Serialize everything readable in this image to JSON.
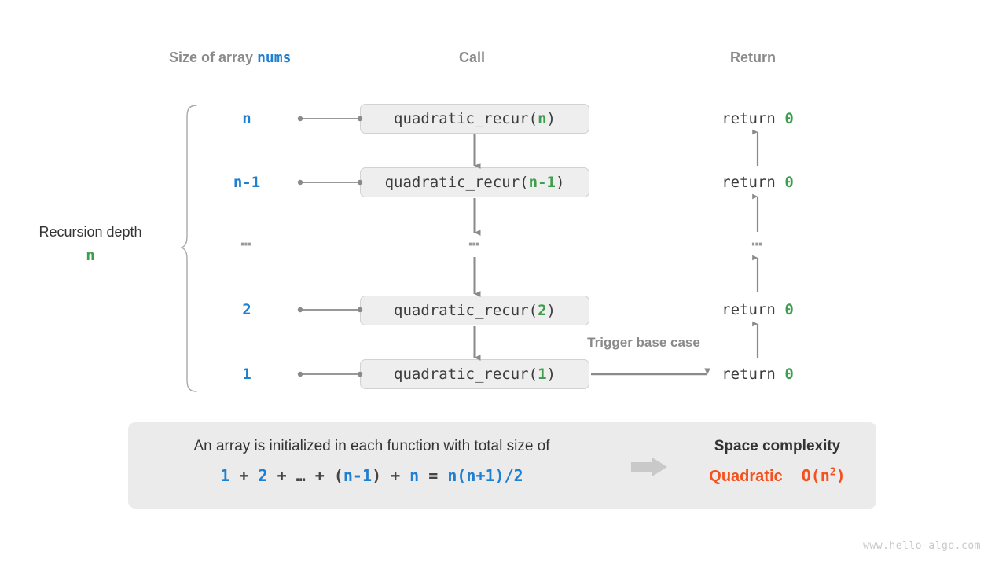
{
  "headers": {
    "size": "Size of array ",
    "size_mono": "nums",
    "call": "Call",
    "return": "Return"
  },
  "depth": {
    "label": "Recursion depth",
    "value": "n"
  },
  "rows": [
    {
      "size": "n",
      "call_fn": "quadratic_recur(",
      "call_arg": "n",
      "call_close": ")",
      "ret_kw": "return ",
      "ret_val": "0"
    },
    {
      "size": "n-1",
      "call_fn": "quadratic_recur(",
      "call_arg": "n-1",
      "call_close": ")",
      "ret_kw": "return ",
      "ret_val": "0"
    },
    {
      "size": "⋯",
      "call_fn": "⋯",
      "call_arg": "",
      "call_close": "",
      "ret_kw": "⋯",
      "ret_val": ""
    },
    {
      "size": "2",
      "call_fn": "quadratic_recur(",
      "call_arg": "2",
      "call_close": ")",
      "ret_kw": "return ",
      "ret_val": "0"
    },
    {
      "size": "1",
      "call_fn": "quadratic_recur(",
      "call_arg": "1",
      "call_close": ")",
      "ret_kw": "return ",
      "ret_val": "0"
    }
  ],
  "trigger_label": "Trigger base case",
  "summary": {
    "sentence": "An array is initialized in each function with total size of",
    "formula": {
      "t1": "1",
      "o1": " + ",
      "t2": "2",
      "o2": " + ",
      "t3": "…",
      "o3": " + ",
      "p_open": "(",
      "t4": "n-1",
      "p_close": ")",
      "o4": " + ",
      "t5": "n",
      "eq": " = ",
      "t6": "n(n+1)/2"
    },
    "arrow_icon": "right-arrow-icon",
    "title": "Space complexity",
    "result_word": "Quadratic",
    "result_notation": "O(n",
    "result_exp": "2",
    "result_close": ")"
  },
  "watermark": "www.hello-algo.com",
  "colors": {
    "blue": "#1f7fd0",
    "green": "#3f9e4d",
    "orange": "#f4511e",
    "gray_text": "#333333",
    "gray_header": "#8a8a8a",
    "line": "#888888",
    "box_fill": "#eeeeee",
    "box_border": "#d2d2d2",
    "panel_fill": "#ebebeb"
  }
}
